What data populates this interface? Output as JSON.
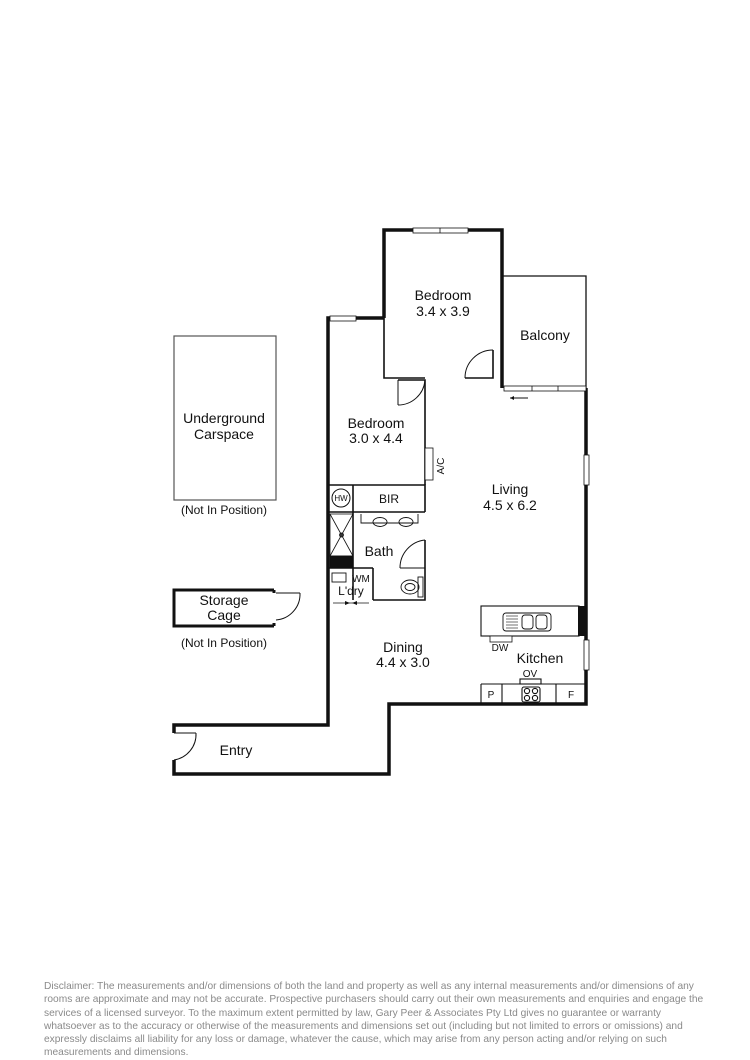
{
  "rooms": {
    "bedroom1": {
      "name": "Bedroom",
      "dims": "3.4 x 3.9"
    },
    "balcony": {
      "name": "Balcony"
    },
    "bedroom2": {
      "name": "Bedroom",
      "dims": "3.0 x 4.4"
    },
    "living": {
      "name": "Living",
      "dims": "4.5 x 6.2"
    },
    "bath": {
      "name": "Bath"
    },
    "laundry": {
      "name": "L'dry"
    },
    "dining": {
      "name": "Dining",
      "dims": "4.4 x 3.0"
    },
    "kitchen": {
      "name": "Kitchen"
    },
    "entry": {
      "name": "Entry"
    }
  },
  "fixtures": {
    "hw": "HW",
    "bir": "BIR",
    "ac": "A/C",
    "wm": "WM",
    "dw": "DW",
    "ov": "OV",
    "pantry": "P",
    "fridge": "F"
  },
  "external": {
    "carspace": {
      "line1": "Underground",
      "line2": "Carspace",
      "note": "(Not In Position)"
    },
    "storage": {
      "line1": "Storage",
      "line2": "Cage",
      "note": "(Not In Position)"
    }
  },
  "disclaimer": "Disclaimer: The measurements and/or dimensions of both the land and property as well as any internal measurements and/or dimensions of any rooms are approximate and may not be accurate. Prospective purchasers should carry out their own measurements and enquiries and engage the services of a licensed surveyor. To the maximum extent permitted by law, Gary Peer & Associates Pty Ltd gives no guarantee or warranty whatsoever as to the accuracy or otherwise of the measurements and dimensions set out (including but not limited to errors or omissions) and expressly disclaims all liability for any loss or damage, whatever the cause, which may arise from any person acting and/or relying on such measurements and dimensions."
}
